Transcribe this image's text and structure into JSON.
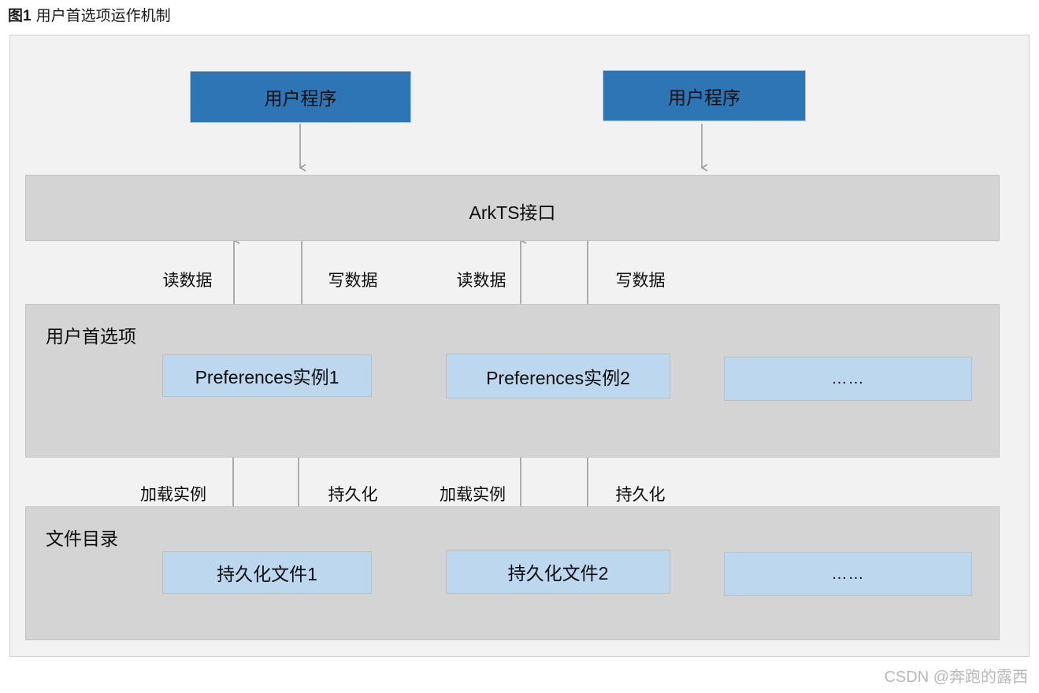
{
  "caption": {
    "number": "图1",
    "text": "用户首选项运作机制"
  },
  "diagram": {
    "app_boxes": [
      {
        "label": "用户程序"
      },
      {
        "label": "用户程序"
      }
    ],
    "api_band": {
      "label": "ArkTS接口"
    },
    "preferences_band": {
      "title": "用户首选项",
      "boxes": [
        {
          "label": "Preferences实例1"
        },
        {
          "label": "Preferences实例2"
        },
        {
          "label": "……"
        }
      ]
    },
    "file_band": {
      "title": "文件目录",
      "boxes": [
        {
          "label": "持久化文件1"
        },
        {
          "label": "持久化文件2"
        },
        {
          "label": "……"
        }
      ]
    },
    "edge_labels_upper": [
      {
        "label": "读数据"
      },
      {
        "label": "写数据"
      },
      {
        "label": "读数据"
      },
      {
        "label": "写数据"
      }
    ],
    "edge_labels_lower": [
      {
        "label": "加载实例"
      },
      {
        "label": "持久化"
      },
      {
        "label": "加载实例"
      },
      {
        "label": "持久化"
      }
    ]
  },
  "colors": {
    "blue": "#2e75b6",
    "light_blue": "#bdd7ee",
    "band_gray": "#d4d4d4",
    "frame_bg": "#f2f2f2",
    "arrow": "#9a9a9a"
  },
  "watermark": "CSDN @奔跑的露西"
}
